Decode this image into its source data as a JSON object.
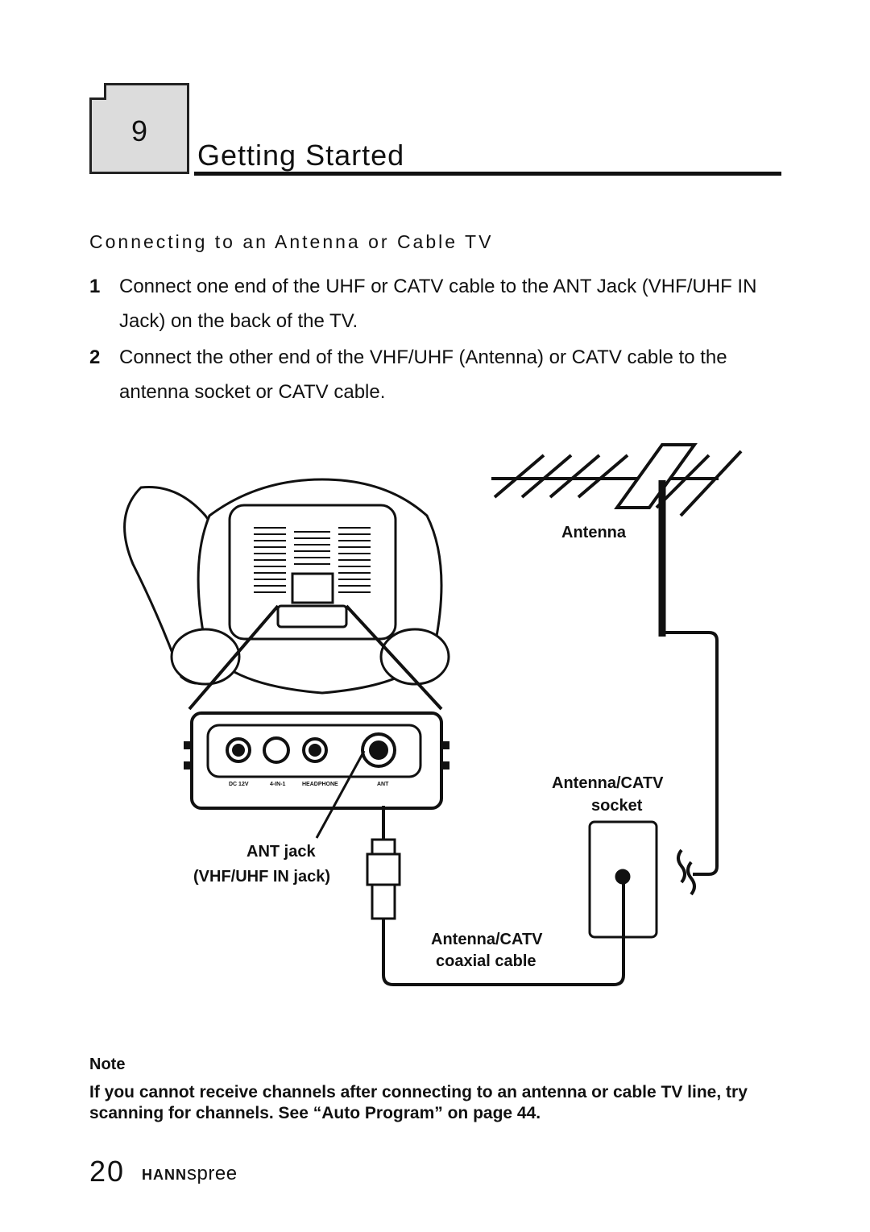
{
  "chapter": {
    "number": "9",
    "title": "Getting Started"
  },
  "section": {
    "heading": "Connecting to an Antenna or Cable TV"
  },
  "steps": [
    {
      "num": "1",
      "text": "Connect one end of the UHF or CATV cable to the ANT Jack (VHF/UHF IN Jack) on the back of the TV."
    },
    {
      "num": "2",
      "text": "Connect the other end of the VHF/UHF (Antenna) or CATV cable to the antenna socket or CATV cable."
    }
  ],
  "diagram": {
    "labels": {
      "antenna": "Antenna",
      "socket_line1": "Antenna/CATV",
      "socket_line2": "socket",
      "jack_line1": "ANT jack",
      "jack_line2": "(VHF/UHF IN jack)",
      "cable_line1": "Antenna/CATV",
      "cable_line2": "coaxial cable"
    },
    "panel_labels": [
      "DC 12V",
      "4-IN-1",
      "HEADPHONE",
      "ANT"
    ]
  },
  "note": {
    "label": "Note",
    "text": "If you cannot receive channels after connecting to an antenna or cable TV line, try scanning for channels. See “Auto Program” on page 44."
  },
  "footer": {
    "page": "20",
    "brand_bold": "HANN",
    "brand_light": "spree"
  }
}
